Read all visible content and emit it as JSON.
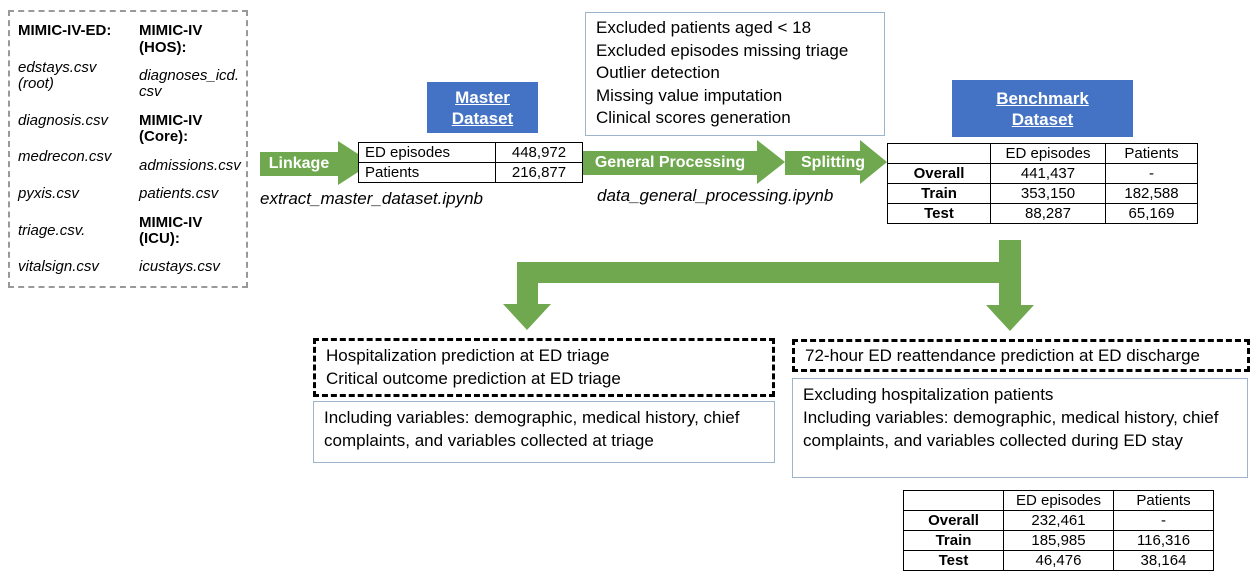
{
  "colors": {
    "green": "#6fa84f",
    "blue": "#4472c4",
    "light_blue_border": "#9db4cc",
    "dashed_gray": "#999999"
  },
  "source_box": {
    "col1": [
      {
        "text": "MIMIC-IV-ED:"
      },
      {
        "text": "edstays.csv (root)"
      },
      {
        "text": "diagnosis.csv"
      },
      {
        "text": "medrecon.csv"
      },
      {
        "text": "pyxis.csv"
      },
      {
        "text": "triage.csv."
      },
      {
        "text": "vitalsign.csv"
      }
    ],
    "col2": [
      {
        "text": "MIMIC-IV (HOS):"
      },
      {
        "text": "diagnoses_icd.csv"
      },
      {
        "text": "MIMIC-IV (Core):"
      },
      {
        "text": "admissions.csv"
      },
      {
        "text": "patients.csv"
      },
      {
        "text": "MIMIC-IV (ICU):"
      },
      {
        "text": "icustays.csv"
      }
    ]
  },
  "arrows": {
    "linkage": "Linkage",
    "general_processing": "General Processing",
    "splitting": "Splitting"
  },
  "master": {
    "title": "Master Dataset",
    "script": "extract_master_dataset.ipynb",
    "table": {
      "rows": [
        [
          "ED episodes",
          "448,972"
        ],
        [
          "Patients",
          "216,877"
        ]
      ]
    }
  },
  "processing_box": {
    "lines": [
      "Excluded patients aged < 18",
      "Excluded episodes missing triage",
      "Outlier detection",
      "Missing value imputation",
      "Clinical scores generation"
    ]
  },
  "processing_script": "data_general_processing.ipynb",
  "benchmark": {
    "title": "Benchmark Dataset",
    "table": {
      "header": [
        "",
        "ED episodes",
        "Patients"
      ],
      "rows": [
        [
          "Overall",
          "441,437",
          "-"
        ],
        [
          "Train",
          "353,150",
          "182,588"
        ],
        [
          "Test",
          "88,287",
          "65,169"
        ]
      ]
    }
  },
  "triage_task": {
    "title_lines": [
      "Hospitalization prediction at ED triage",
      "Critical outcome prediction at ED triage"
    ],
    "description": "Including variables: demographic, medical history, chief complaints, and variables collected at triage"
  },
  "reattendance_task": {
    "title": "72-hour ED reattendance prediction at ED discharge",
    "description_lines": [
      "Excluding hospitalization patients",
      "Including variables: demographic, medical history, chief complaints, and variables collected during ED stay"
    ],
    "table": {
      "header": [
        "",
        "ED episodes",
        "Patients"
      ],
      "rows": [
        [
          "Overall",
          "232,461",
          "-"
        ],
        [
          "Train",
          "185,985",
          "116,316"
        ],
        [
          "Test",
          "46,476",
          "38,164"
        ]
      ]
    }
  }
}
